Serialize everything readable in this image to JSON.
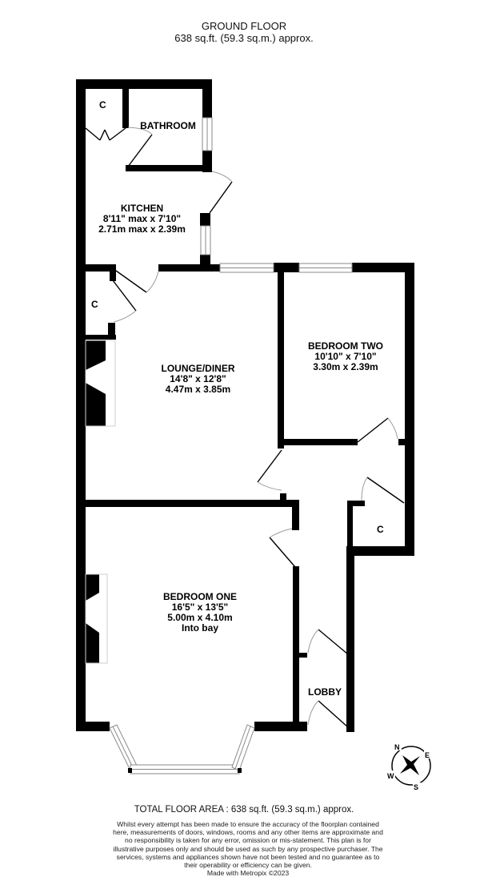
{
  "header": {
    "floor_name": "GROUND FLOOR",
    "floor_area": "638 sq.ft. (59.3 sq.m.) approx."
  },
  "rooms": {
    "kitchen": {
      "name": "KITCHEN",
      "imperial": "8'11\" max x 7'10\"",
      "metric": "2.71m max x 2.39m"
    },
    "bathroom": {
      "name": "BATHROOM"
    },
    "lounge": {
      "name": "LOUNGE/DINER",
      "imperial": "14'8\"  x 12'8\"",
      "metric": "4.47m  x 3.85m"
    },
    "bedroom_two": {
      "name": "BEDROOM TWO",
      "imperial": "10'10\"  x 7'10\"",
      "metric": "3.30m  x 2.39m"
    },
    "bedroom_one": {
      "name": "BEDROOM ONE",
      "imperial": "16'5\"  x 13'5\"",
      "metric": "5.00m  x 4.10m",
      "note": "Into bay"
    },
    "lobby": {
      "name": "LOBBY"
    },
    "cupboards": [
      "C",
      "C",
      "C"
    ]
  },
  "compass": {
    "n": "N",
    "e": "E",
    "s": "S",
    "w": "W"
  },
  "footer": {
    "total_area": "TOTAL FLOOR AREA : 638 sq.ft. (59.3 sq.m.) approx.",
    "disclaimer": "Whilst every attempt has been made to ensure the accuracy of the floorplan contained here, measurements of doors, windows, rooms and any other items are approximate and no responsibility is taken for any error, omission or mis-statement. This plan is for illustrative purposes only and should be used as such by any prospective purchaser. The services, systems and appliances shown have not been tested and no guarantee as to their operability or efficiency can be given.",
    "credit": "Made with Metropix ©2023"
  },
  "colors": {
    "wall": "#000000",
    "window_line": "#8a8a8a",
    "door_arc": "#9a9a9a",
    "background": "#ffffff"
  }
}
